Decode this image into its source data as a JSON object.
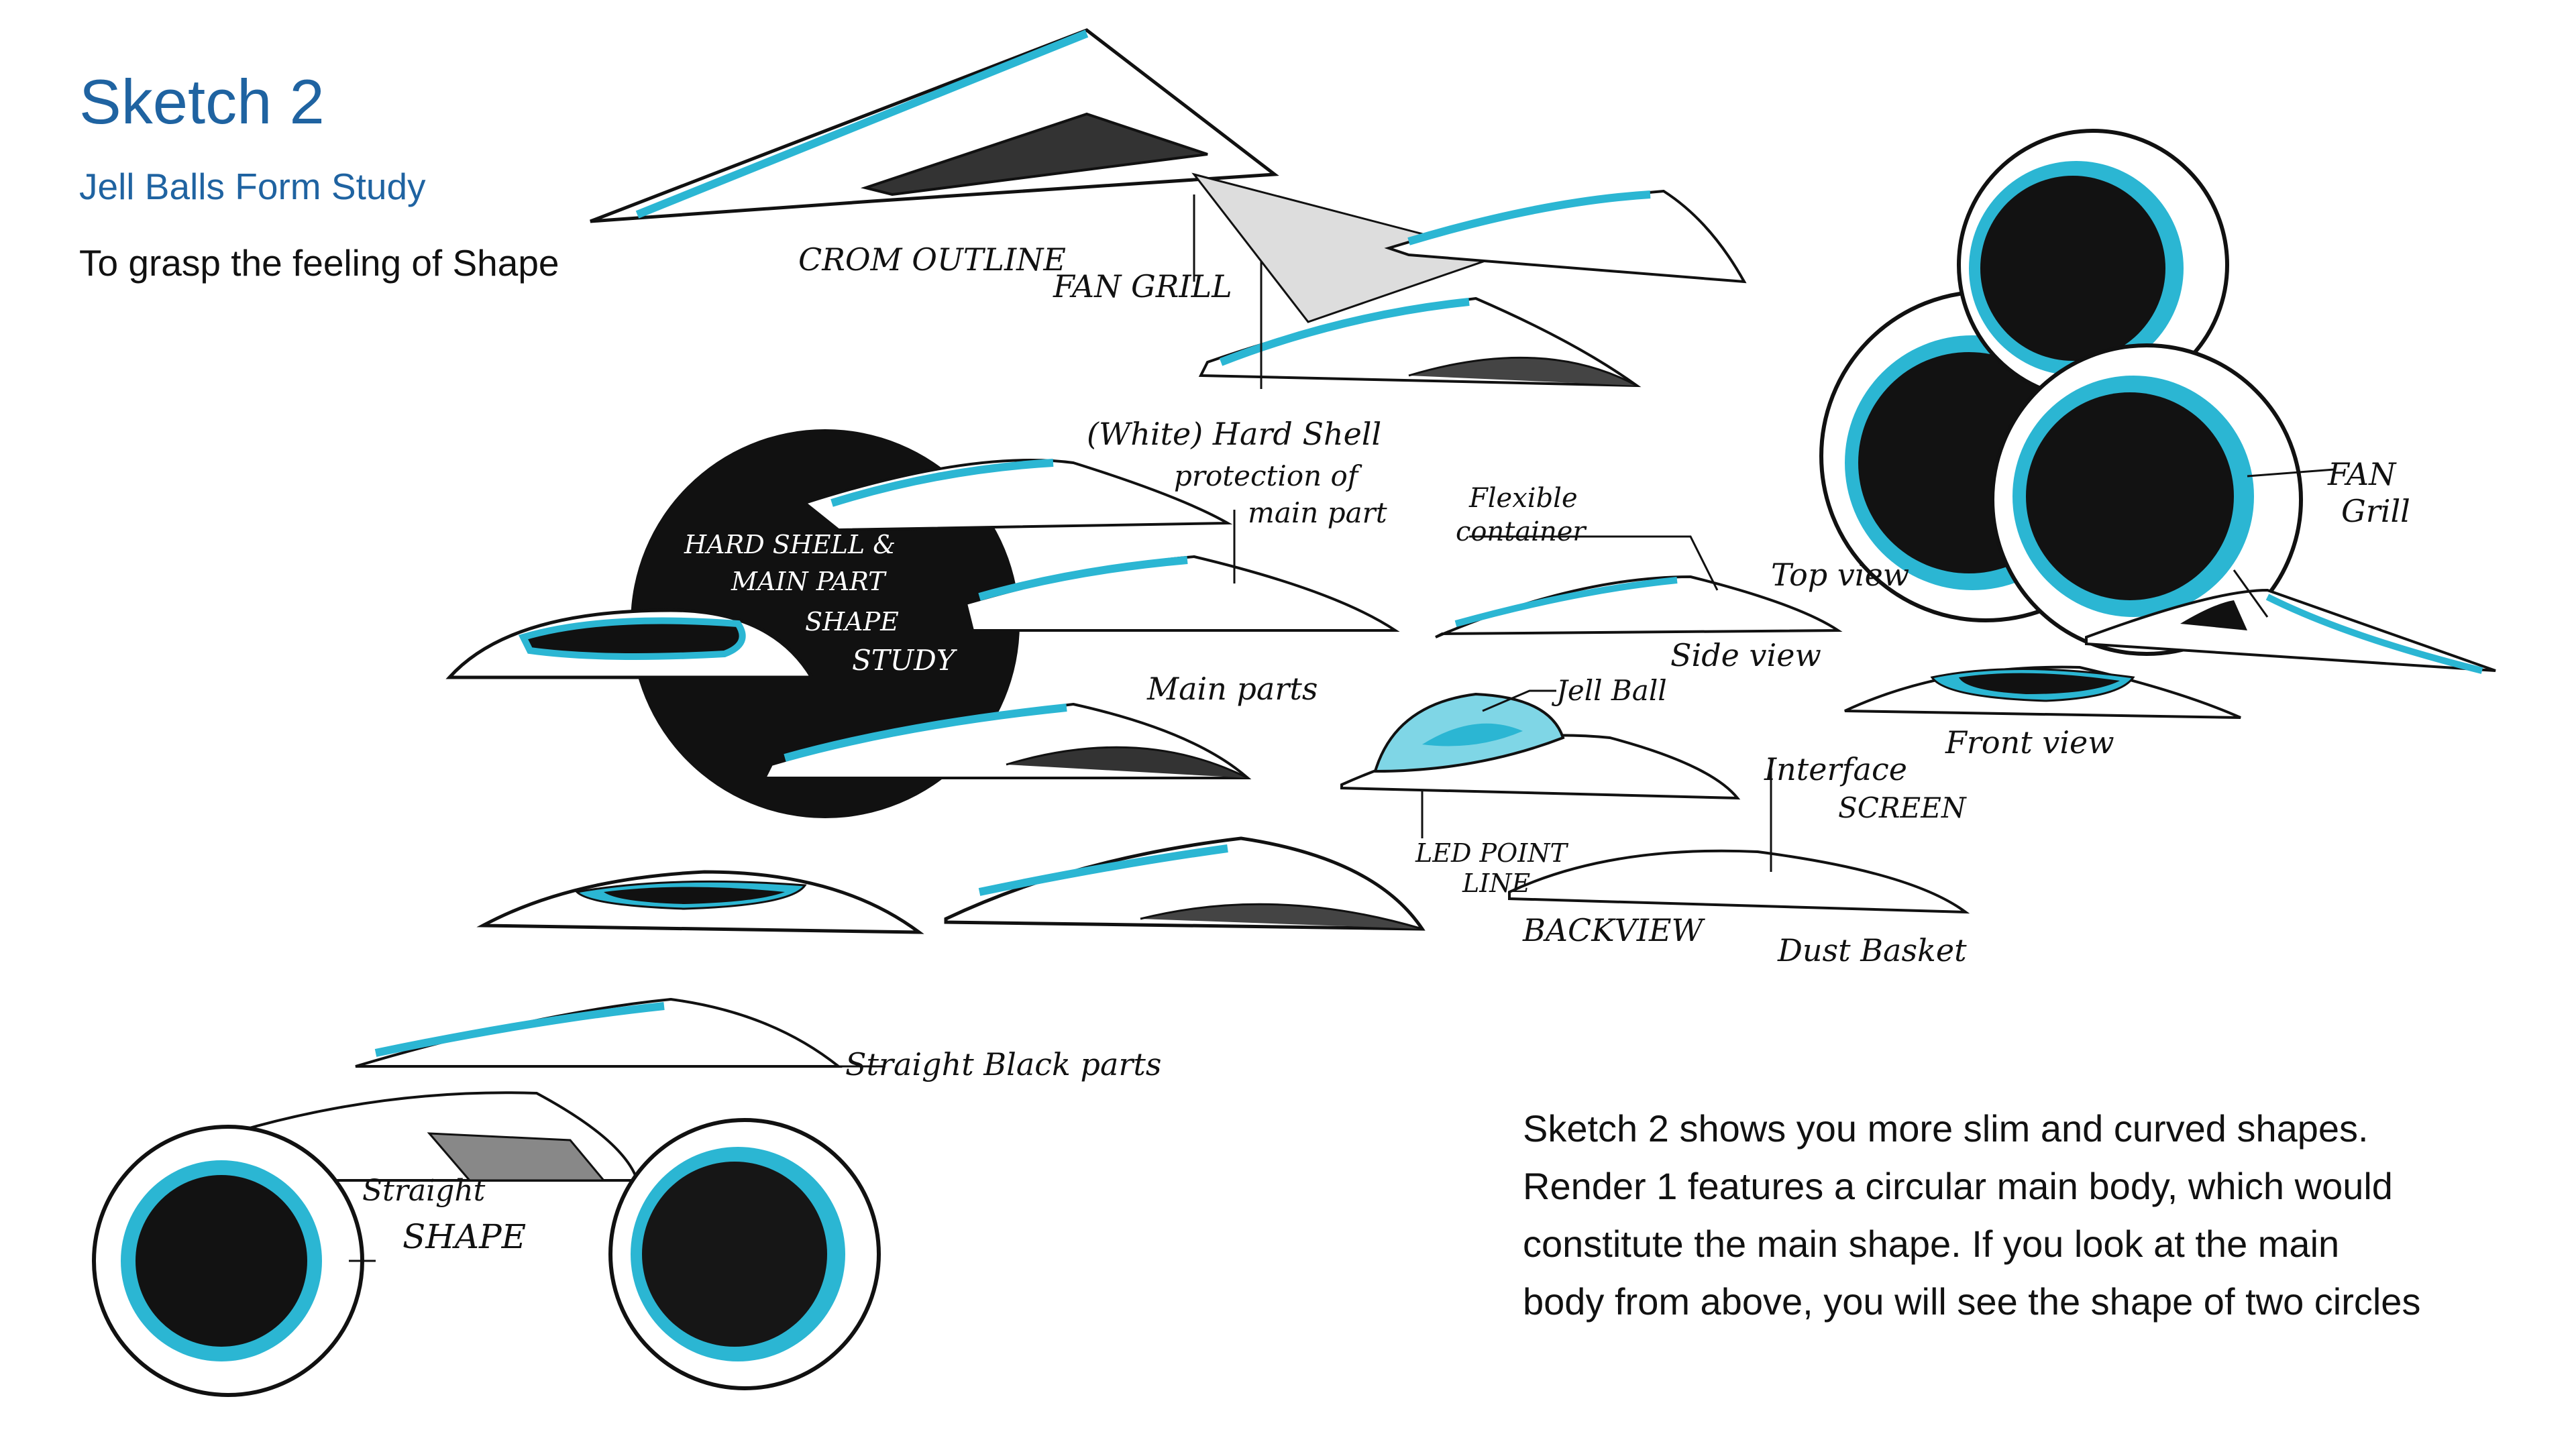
{
  "header": {
    "title": "Sketch 2",
    "subtitle": "Jell Balls Form Study",
    "tagline": "To grasp the feeling of Shape"
  },
  "description": {
    "lines": [
      "Sketch 2 shows you more slim and curved shapes.",
      "Render 1 features a circular main body, which would",
      "constitute the main shape. If you look at the main",
      "body from above, you will see the shape of two circles"
    ]
  },
  "annotations": {
    "crom_outline": "CROM OUTLINE",
    "fan_grill_top": "FAN GRILL",
    "hard_shell_1": "(White) Hard Shell",
    "hard_shell_2": "protection of",
    "hard_shell_3": "main part",
    "study_1": "HARD SHELL &",
    "study_2": "MAIN PART",
    "study_3": "SHAPE",
    "study_4": "STUDY",
    "main_parts": "Main parts",
    "flexible_1": "Flexible",
    "flexible_2": "container",
    "top_view": "Top view",
    "side_view": "Side view",
    "fan_grill_1": "FAN",
    "fan_grill_2": "Grill",
    "front_view": "Front view",
    "jell_ball": "Jell Ball",
    "interface_1": "Interface",
    "interface_2": "SCREEN",
    "led_1": "LED POINT",
    "led_2": "LINE",
    "back_view": "BACKVIEW",
    "dust_basket": "Dust Basket",
    "straight_black": "Straight Black parts",
    "straight_1": "Straight",
    "straight_2": "SHAPE"
  },
  "colors": {
    "title_blue": "#1f63a1",
    "accent_cyan": "#2bb6d3",
    "ink": "#111111"
  }
}
